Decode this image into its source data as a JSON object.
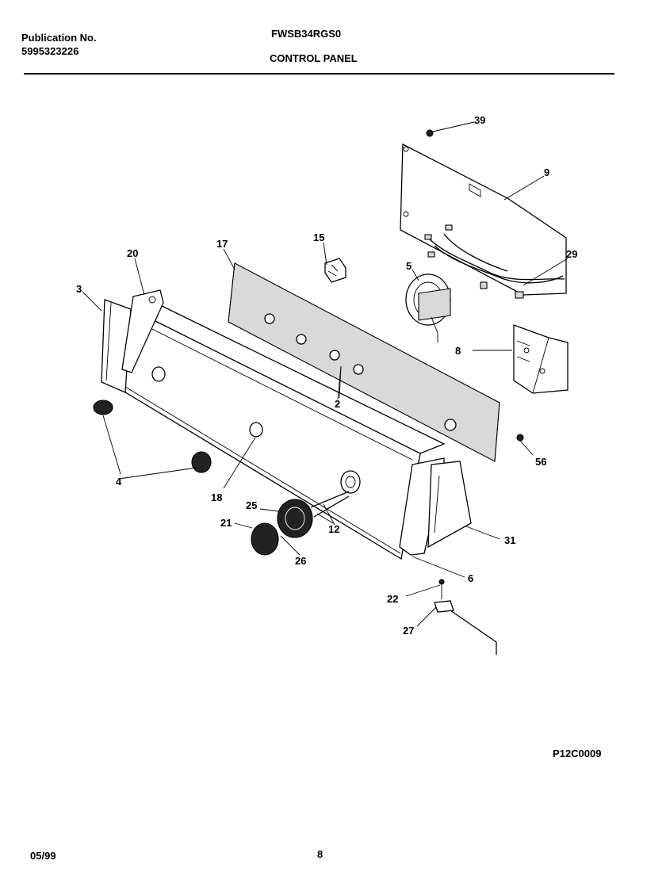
{
  "header": {
    "publication_label": "Publication No.",
    "publication_number": "5995323226",
    "model": "FWSB34RGS0",
    "section_title": "CONTROL PANEL"
  },
  "callouts": [
    {
      "id": "39",
      "text": "39"
    },
    {
      "id": "9",
      "text": "9"
    },
    {
      "id": "15",
      "text": "15"
    },
    {
      "id": "17",
      "text": "17"
    },
    {
      "id": "20",
      "text": "20"
    },
    {
      "id": "29",
      "text": "29"
    },
    {
      "id": "3",
      "text": "3"
    },
    {
      "id": "5",
      "text": "5"
    },
    {
      "id": "8a",
      "text": "8"
    },
    {
      "id": "2",
      "text": "2"
    },
    {
      "id": "56",
      "text": "56"
    },
    {
      "id": "4",
      "text": "4"
    },
    {
      "id": "18",
      "text": "18"
    },
    {
      "id": "25",
      "text": "25"
    },
    {
      "id": "12",
      "text": "12"
    },
    {
      "id": "21",
      "text": "21"
    },
    {
      "id": "31",
      "text": "31"
    },
    {
      "id": "26",
      "text": "26"
    },
    {
      "id": "6",
      "text": "6"
    },
    {
      "id": "22",
      "text": "22"
    },
    {
      "id": "27",
      "text": "27"
    }
  ],
  "footer": {
    "figure_code": "P12C0009",
    "date": "05/99",
    "page_number": "8"
  }
}
